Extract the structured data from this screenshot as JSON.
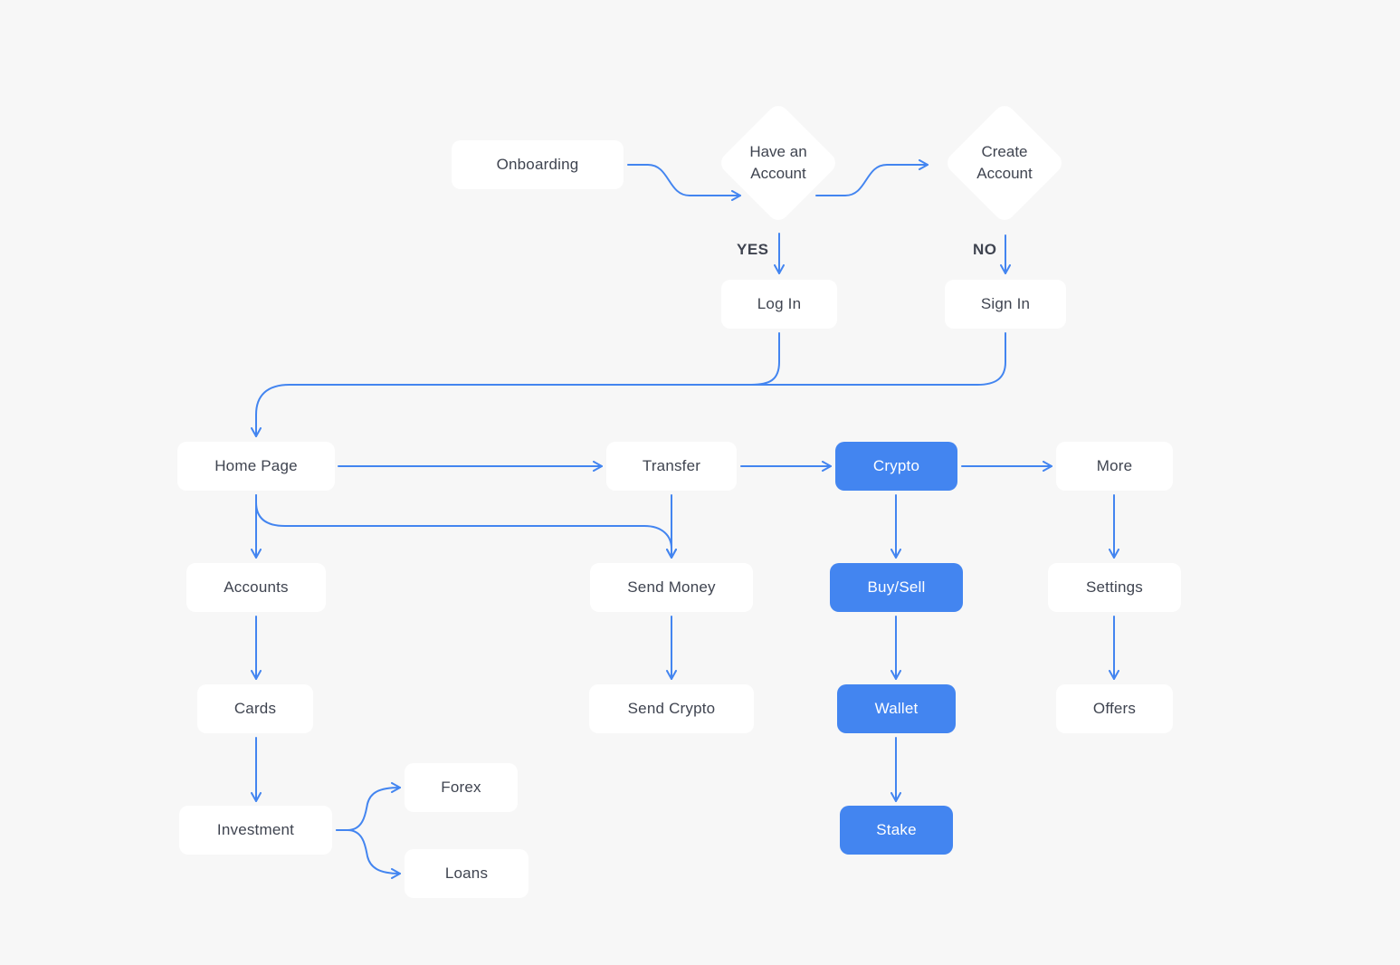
{
  "colors": {
    "background": "#f7f7f7",
    "node": "#ffffff",
    "highlight": "#4385f0",
    "edge": "#4385f0",
    "text": "#3f4450"
  },
  "nodes": {
    "onboarding": "Onboarding",
    "have_account_l1": "Have an",
    "have_account_l2": "Account",
    "create_account_l1": "Create",
    "create_account_l2": "Account",
    "log_in": "Log In",
    "sign_in": "Sign In",
    "home_page": "Home Page",
    "transfer": "Transfer",
    "crypto": "Crypto",
    "more": "More",
    "accounts": "Accounts",
    "send_money": "Send Money",
    "buy_sell": "Buy/Sell",
    "settings": "Settings",
    "cards": "Cards",
    "send_crypto": "Send Crypto",
    "wallet": "Wallet",
    "offers": "Offers",
    "investment": "Investment",
    "forex": "Forex",
    "loans": "Loans",
    "stake": "Stake"
  },
  "edge_labels": {
    "yes": "YES",
    "no": "NO"
  }
}
